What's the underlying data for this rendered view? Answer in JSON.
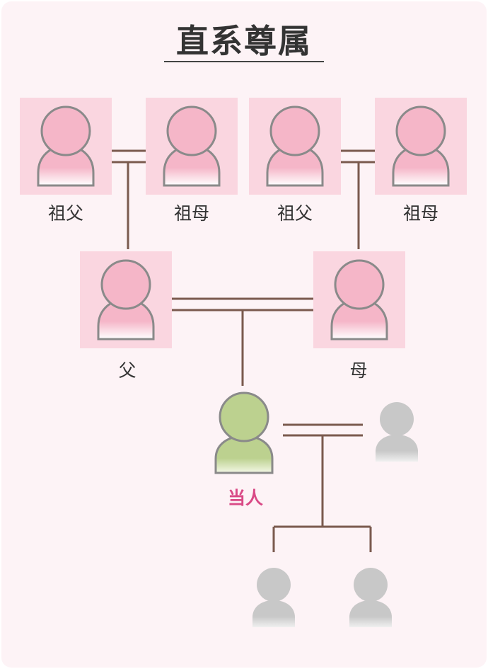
{
  "title": "直系尊属",
  "colors": {
    "background": "#fdf3f6",
    "ancestor_box": "#fad6e0",
    "ancestor_fill": "#f5b6c8",
    "self_fill": "#bcd18f",
    "other_fill": "#c8c8c8",
    "connector": "#7a5a4e",
    "self_label": "#d94a86"
  },
  "people": {
    "paternal_grandfather": {
      "label": "祖父",
      "icon": "person-icon"
    },
    "paternal_grandmother": {
      "label": "祖母",
      "icon": "person-icon"
    },
    "maternal_grandfather": {
      "label": "祖父",
      "icon": "person-icon"
    },
    "maternal_grandmother": {
      "label": "祖母",
      "icon": "person-icon"
    },
    "father": {
      "label": "父",
      "icon": "person-icon"
    },
    "mother": {
      "label": "母",
      "icon": "person-icon"
    },
    "self": {
      "label": "当人",
      "icon": "person-icon"
    },
    "spouse": {
      "icon": "person-icon"
    },
    "child_1": {
      "icon": "person-icon"
    },
    "child_2": {
      "icon": "person-icon"
    }
  }
}
